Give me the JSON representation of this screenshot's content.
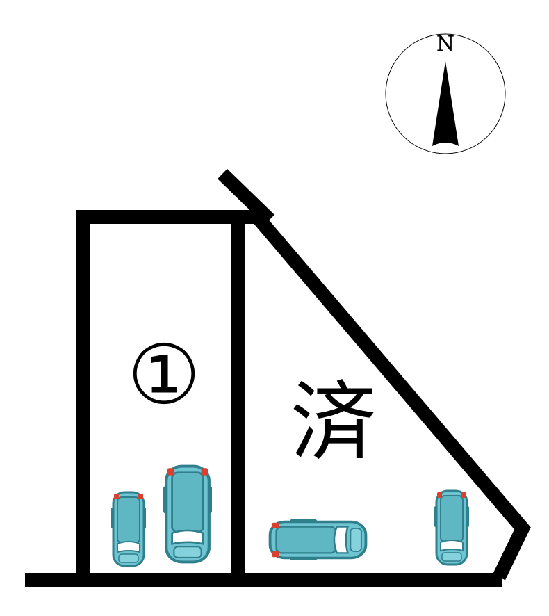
{
  "compass": {
    "north_label": "N"
  },
  "lots": [
    {
      "id": "lot-1",
      "label": "①"
    },
    {
      "id": "lot-2",
      "label": "済"
    }
  ],
  "colors": {
    "line": "#000000",
    "car_body": "#6ec4d0",
    "car_dark": "#2f7f8c",
    "car_glass": "#ffffff",
    "tail_light": "#d8412f"
  }
}
